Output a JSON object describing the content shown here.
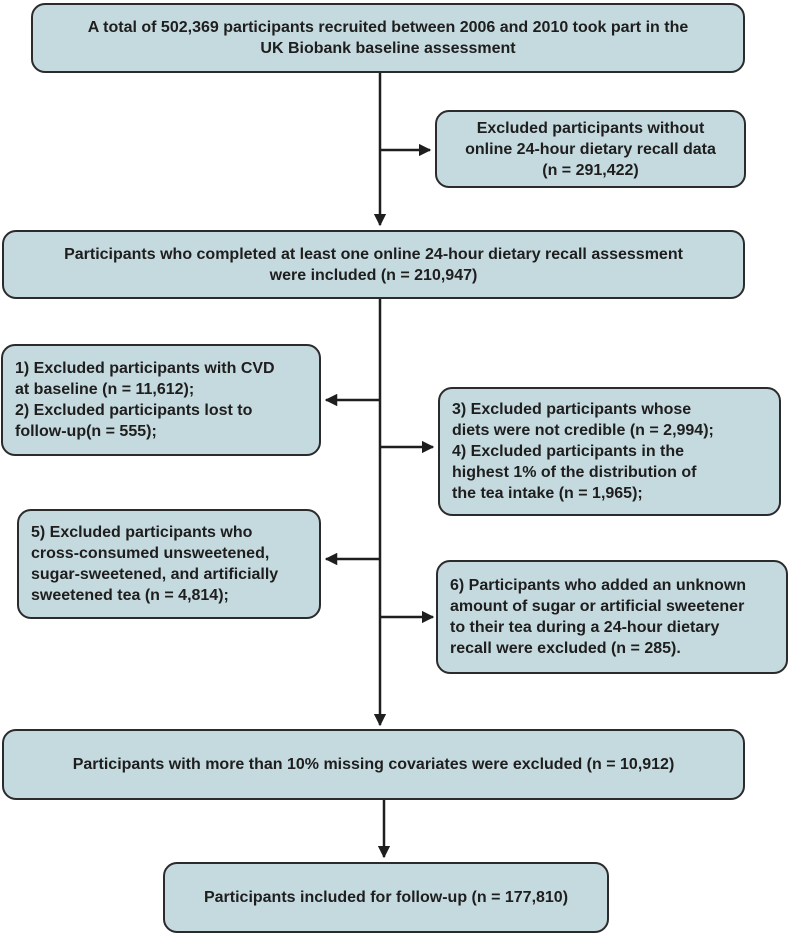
{
  "colors": {
    "box_fill": "#c5dadf",
    "box_border": "#2b2b2b",
    "arrow": "#1e1e1e"
  },
  "flowchart": {
    "baseline": {
      "lines": [
        "A total of 502,369 participants recruited between 2006 and 2010 took part in the",
        "UK Biobank baseline assessment"
      ]
    },
    "excl_recall": {
      "lines": [
        "Excluded participants without",
        "online 24-hour dietary recall data",
        "(n = 291,422)"
      ]
    },
    "completed": {
      "lines": [
        "Participants who completed at least one online 24-hour dietary recall assessment",
        "were included (n = 210,947)"
      ]
    },
    "excl_cvd": {
      "lines": [
        "1)  Excluded participants with CVD",
        "at baseline (n = 11,612);",
        "2) Excluded participants lost to",
        "follow-up(n = 555);"
      ]
    },
    "excl_diet": {
      "lines": [
        "3) Excluded participants whose",
        "diets were not credible (n = 2,994);",
        "4) Excluded participants in the",
        "highest 1% of the distribution of",
        "the tea intake (n = 1,965);"
      ]
    },
    "excl_cross": {
      "lines": [
        "5) Excluded participants who",
        "cross-consumed unsweetened,",
        "sugar-sweetened, and artificially",
        "sweetened tea (n = 4,814);"
      ]
    },
    "excl_unknown": {
      "lines": [
        "6) Participants who added an unknown",
        "amount of sugar or artificial sweetener",
        "to their tea during a 24-hour dietary",
        "recall were excluded (n = 285)."
      ]
    },
    "excl_covariates": {
      "lines": [
        "Participants with more than 10% missing covariates were excluded (n = 10,912)"
      ]
    },
    "final": {
      "lines": [
        "Participants included for follow-up (n = 177,810)"
      ]
    }
  }
}
